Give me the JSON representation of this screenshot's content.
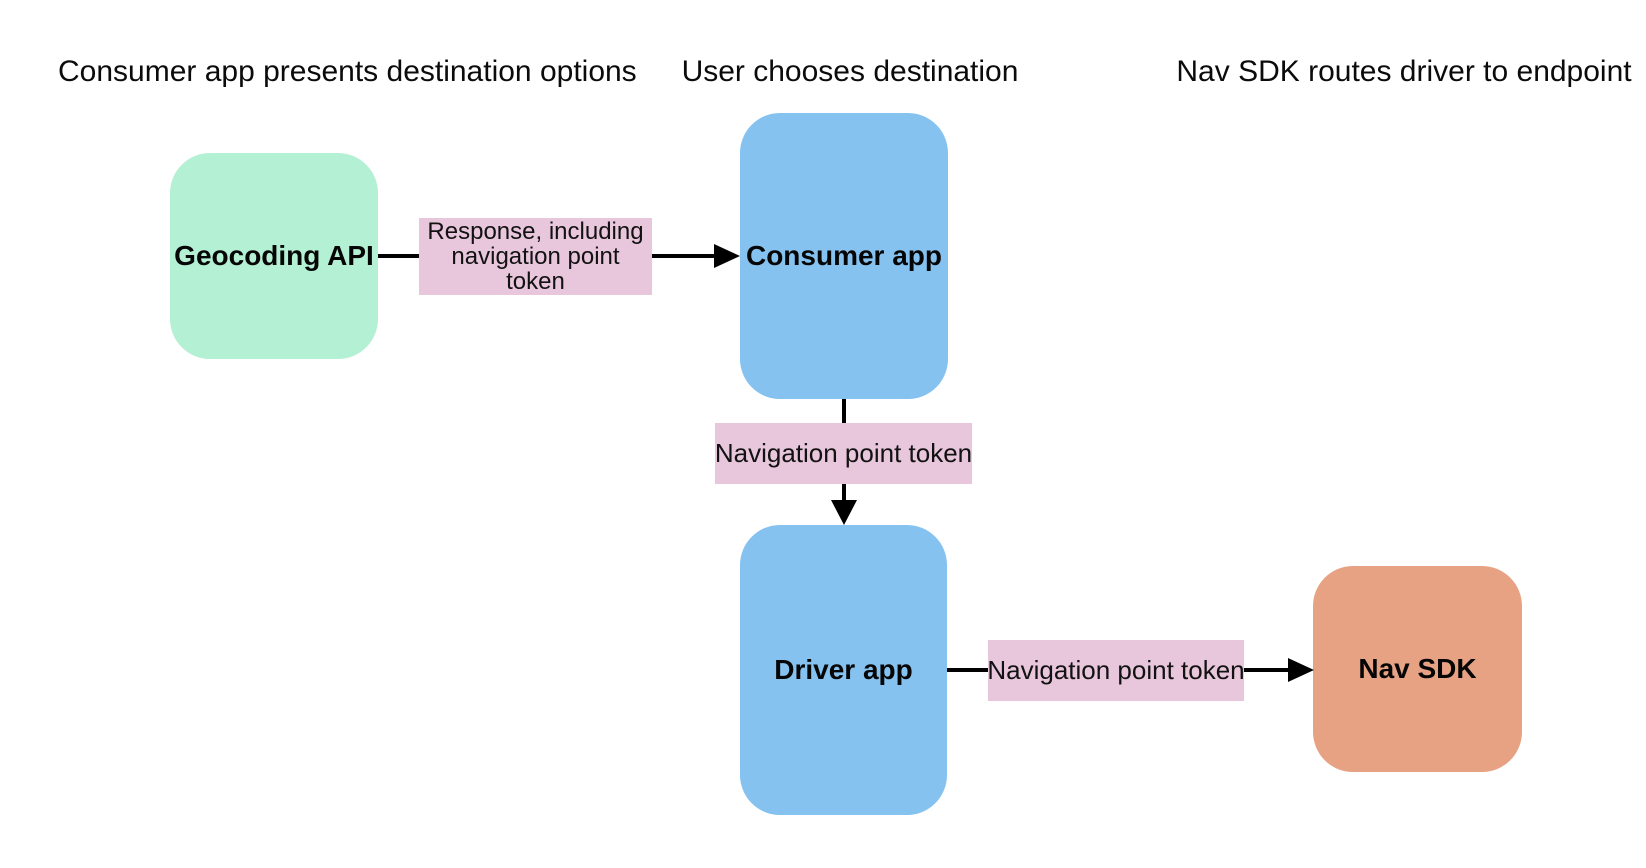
{
  "diagram": {
    "headers": [
      {
        "id": "step-1",
        "label": "Consumer app presents destination options"
      },
      {
        "id": "step-2",
        "label": "User chooses destination"
      },
      {
        "id": "step-3",
        "label": "Nav SDK routes driver to endpoint"
      }
    ],
    "nodes": [
      {
        "id": "geocoding-api",
        "label": "Geocoding API",
        "color": "#b3f0d4"
      },
      {
        "id": "consumer-app",
        "label": "Consumer app",
        "color": "#85c2f0"
      },
      {
        "id": "driver-app",
        "label": "Driver app",
        "color": "#85c2f0"
      },
      {
        "id": "nav-sdk",
        "label": "Nav SDK",
        "color": "#e7a284"
      }
    ],
    "edges": [
      {
        "from": "geocoding-api",
        "to": "consumer-app",
        "label": "Response, including navigation point token",
        "label_color": "#e8c6dc"
      },
      {
        "from": "consumer-app",
        "to": "driver-app",
        "label": "Navigation point token",
        "label_color": "#e8c6dc"
      },
      {
        "from": "driver-app",
        "to": "nav-sdk",
        "label": "Navigation point token",
        "label_color": "#e8c6dc"
      }
    ],
    "colors": {
      "background": "#ffffff",
      "arrow": "#000000",
      "text": "#0b0b0b"
    }
  }
}
